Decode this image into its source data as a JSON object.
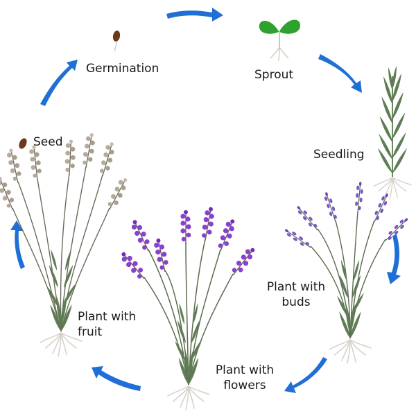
{
  "stages": [
    {
      "id": "seed",
      "label": "Seed"
    },
    {
      "id": "germination",
      "label": "Germination"
    },
    {
      "id": "sprout",
      "label": "Sprout"
    },
    {
      "id": "seedling",
      "label": "Seedling"
    },
    {
      "id": "buds",
      "label_line1": "Plant with",
      "label_line2": "buds"
    },
    {
      "id": "flowers",
      "label_line1": "Plant with",
      "label_line2": "flowers"
    },
    {
      "id": "fruit",
      "label_line1": "Plant with",
      "label_line2": "fruit"
    }
  ],
  "colors": {
    "arrow": "#1f6fd6",
    "leaf": "#5f7d55",
    "leaf_dark": "#3f5a3a",
    "flower": "#8a3fd0",
    "bud": "#7a58c8",
    "fruit": "#b6aa9a",
    "seed": "#6b3a1c",
    "root": "#cfc8c0",
    "sprout_leaf": "#2fa12f"
  },
  "icons": [
    "seed-icon",
    "germinating-seed-icon",
    "sprout-icon",
    "seedling-icon",
    "budding-plant-icon",
    "flowering-plant-icon",
    "fruiting-plant-icon",
    "cycle-arrow-icon"
  ]
}
